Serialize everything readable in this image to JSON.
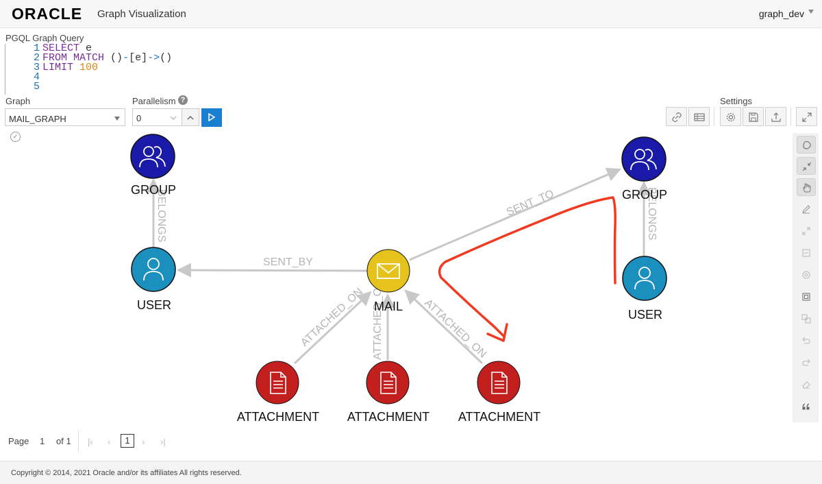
{
  "header": {
    "logo": "ORACLE",
    "title": "Graph Visualization",
    "user": "graph_dev"
  },
  "query": {
    "label": "PGQL Graph Query",
    "line_numbers": [
      "1",
      "2",
      "3",
      "4",
      "5"
    ]
  },
  "controls": {
    "graph_label": "Graph",
    "graph_value": "MAIL_GRAPH",
    "parallelism_label": "Parallelism",
    "parallelism_value": "0",
    "settings_label": "Settings"
  },
  "graph": {
    "nodes": {
      "group_left": "GROUP",
      "user_left": "USER",
      "mail": "MAIL",
      "group_right": "GROUP",
      "user_right": "USER",
      "attachment_1": "ATTACHMENT",
      "attachment_2": "ATTACHMENT",
      "attachment_3": "ATTACHMENT"
    },
    "edges": {
      "belongs_left": "BELONGS",
      "sent_by": "SENT_BY",
      "sent_to": "SENT_TO",
      "belongs_right": "BELONGS",
      "attached_on_1": "ATTACHED_ON",
      "attached_on_2": "ATTACHED_ON",
      "attached_on_3": "ATTACHED_ON"
    },
    "colors": {
      "group": "#1a1aa8",
      "user": "#1b8fbd",
      "mail": "#e6c21c",
      "attachment": "#c41f1f",
      "edge": "#c8c8c8",
      "annotation": "#f23a22"
    }
  },
  "pagination": {
    "page_label": "Page",
    "page_value": "1",
    "of_label": "of 1",
    "current": "1"
  },
  "footer": {
    "copyright": "Copyright © 2014, 2021 Oracle and/or its affiliates All rights reserved."
  }
}
